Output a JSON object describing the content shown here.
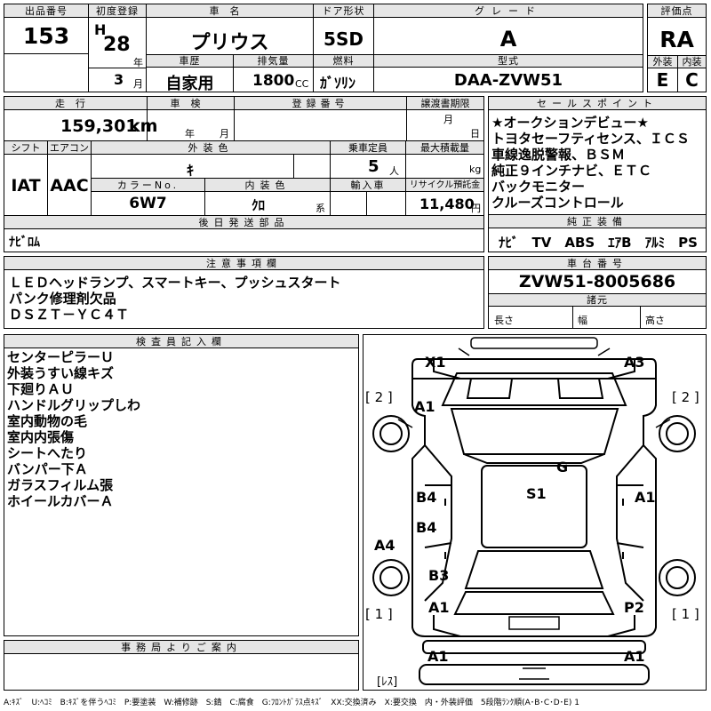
{
  "header": {
    "lot_label": "出品番号",
    "lot_no": "153",
    "first_reg_label": "初度登録",
    "era": "H",
    "year": "28",
    "year_unit": "年",
    "month": "3",
    "month_unit": "月",
    "car_name_label": "車名",
    "car_name": "プリウス",
    "door_label": "ドア形状",
    "door": "5SD",
    "grade_label": "グレード",
    "grade": "A",
    "score_label": "評価点",
    "score": "RA",
    "history_label": "車歴",
    "history": "自家用",
    "displacement_label": "排気量",
    "displacement": "1800",
    "displacement_unit": "CC",
    "fuel_label": "燃料",
    "fuel": "ｶﾞｿﾘﾝ",
    "model_label": "型式",
    "model": "DAA-ZVW51",
    "exterior_label": "外装",
    "exterior": "E",
    "interior_label": "内装",
    "interior": "C"
  },
  "row2": {
    "mileage_label": "走行",
    "mileage": "159,301",
    "mileage_unit": "km",
    "inspection_label": "車検",
    "inspection_year_unit": "年",
    "inspection_month_unit": "月",
    "reg_no_label": "登録番号",
    "transfer_label": "譲渡書期限",
    "transfer_month_unit": "月",
    "transfer_day_unit": "日",
    "shift_label": "シフト",
    "shift": "IAT",
    "ac_label": "エアコン",
    "ac": "AAC",
    "ext_color_label": "外装色",
    "ext_color": "ｷ",
    "capacity_label": "乗車定員",
    "capacity": "5",
    "capacity_unit": "人",
    "max_load_label": "最大積載量",
    "max_load_unit": "kg",
    "color_no_label": "カラーNo.",
    "color_no": "6W7",
    "int_color_label": "内装色",
    "int_color": "ｸﾛ",
    "int_color_unit": "系",
    "import_label": "輸入車",
    "recycle_label": "リサイクル預託金",
    "recycle": "11,480",
    "recycle_unit": "円",
    "later_parts_label": "後日発送部品",
    "later_parts": "ﾅﾋﾞﾛﾑ"
  },
  "sales": {
    "label": "セールスポイント",
    "lines": [
      "★オークションデビュー★",
      "トヨタセーフティセンス、ＩＣＳ",
      "車線逸脱警報、ＢＳＭ",
      "純正９インチナビ、ＥＴＣ",
      "バックモニター",
      "クルーズコントロール"
    ],
    "equip_label": "純正装備",
    "equip": "ﾅﾋﾞ　TV　ABS　ｴｱB　ｱﾙﾐ　PS　PW"
  },
  "notes": {
    "label": "注意事項欄",
    "lines": [
      "ＬＥＤヘッドランプ、スマートキー、プッシュスタート",
      "パンク修理剤欠品",
      "ＤＳＺＴ－ＹＣ４Ｔ"
    ]
  },
  "chassis": {
    "label": "車台番号",
    "number": "ZVW51-8005686",
    "dims_label": "諸元",
    "length_label": "長さ",
    "width_label": "幅",
    "height_label": "高さ"
  },
  "inspector": {
    "label": "検査員記入欄",
    "lines": [
      "センターピラーＵ",
      "外装うすい線キズ",
      "下廻りＡＵ",
      "ハンドルグリップしわ",
      "室内動物の毛",
      "室内内張傷",
      "シートへたり",
      "バンパー下Ａ",
      "ガラスフィルム張",
      "ホイールカバーＡ"
    ]
  },
  "office": {
    "label": "事務局よりご案内"
  },
  "diagram": {
    "marks": {
      "x1": "X1",
      "a3": "A3",
      "a1_fl": "A1",
      "g": "G",
      "s1": "S1",
      "b4_1": "B4",
      "b4_2": "B4",
      "a1_rd": "A1",
      "a4": "A4",
      "b3": "B3",
      "a1_rl": "A1",
      "p2": "P2",
      "a1_bl": "A1",
      "a1_br": "A1"
    },
    "brackets": {
      "tl": "[ 2 ]",
      "tr": "[ 2 ]",
      "bl": "[ 1 ]",
      "br": "[ 1 ]",
      "res": "[ﾚｽ]"
    }
  },
  "legend": "A:ｷｽﾞ　U:ﾍｺﾐ　B:ｷｽﾞを伴うﾍｺﾐ　P:要塗装　W:補修跡　S:錆　C:腐食　G:ﾌﾛﾝﾄｶﾞﾗｽ点ｷｽﾞ　XX:交換済み　X:要交換　内・外装評価　5段階ﾗﾝｸ順(A･B･C･D･E) 1"
}
